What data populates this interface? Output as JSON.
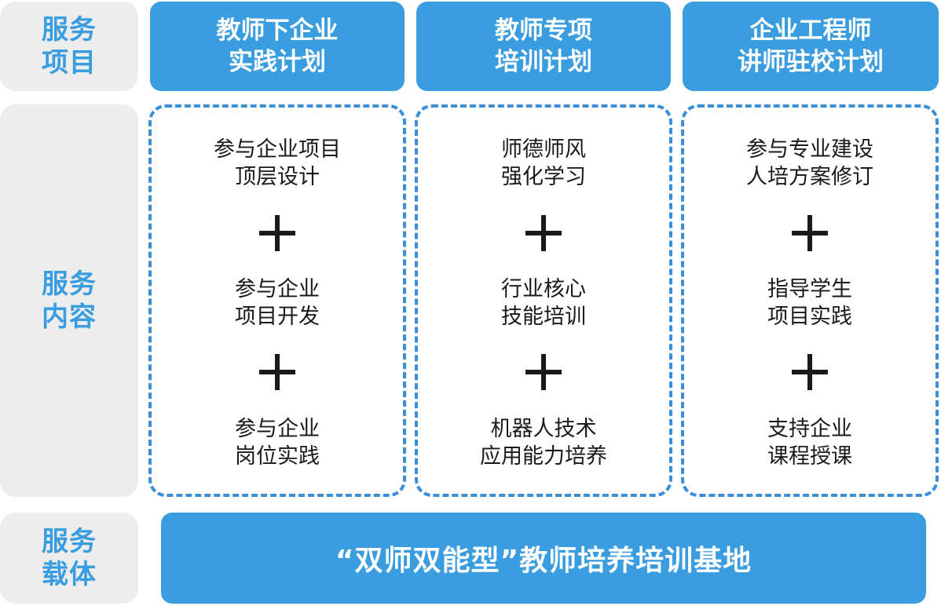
{
  "row_labels": {
    "projects": "服务\n项目",
    "content": "服务\n内容",
    "carrier": "服务\n载体"
  },
  "columns": [
    {
      "title": "教师下企业\n实践计划",
      "items": [
        "参与企业项目\n顶层设计",
        "参与企业\n项目开发",
        "参与企业\n岗位实践"
      ]
    },
    {
      "title": "教师专项\n培训计划",
      "items": [
        "师德师风\n强化学习",
        "行业核心\n技能培训",
        "机器人技术\n应用能力培养"
      ]
    },
    {
      "title": "企业工程师\n讲师驻校计划",
      "items": [
        "参与专业建设\n人培方案修订",
        "指导学生\n项目实践",
        "支持企业\n课程授课"
      ]
    }
  ],
  "carrier": "“双师双能型”教师培养培训基地",
  "colors": {
    "accent": "#3a9de0",
    "dashed_border": "#3a8fd8",
    "side_bg": "#ededed"
  }
}
